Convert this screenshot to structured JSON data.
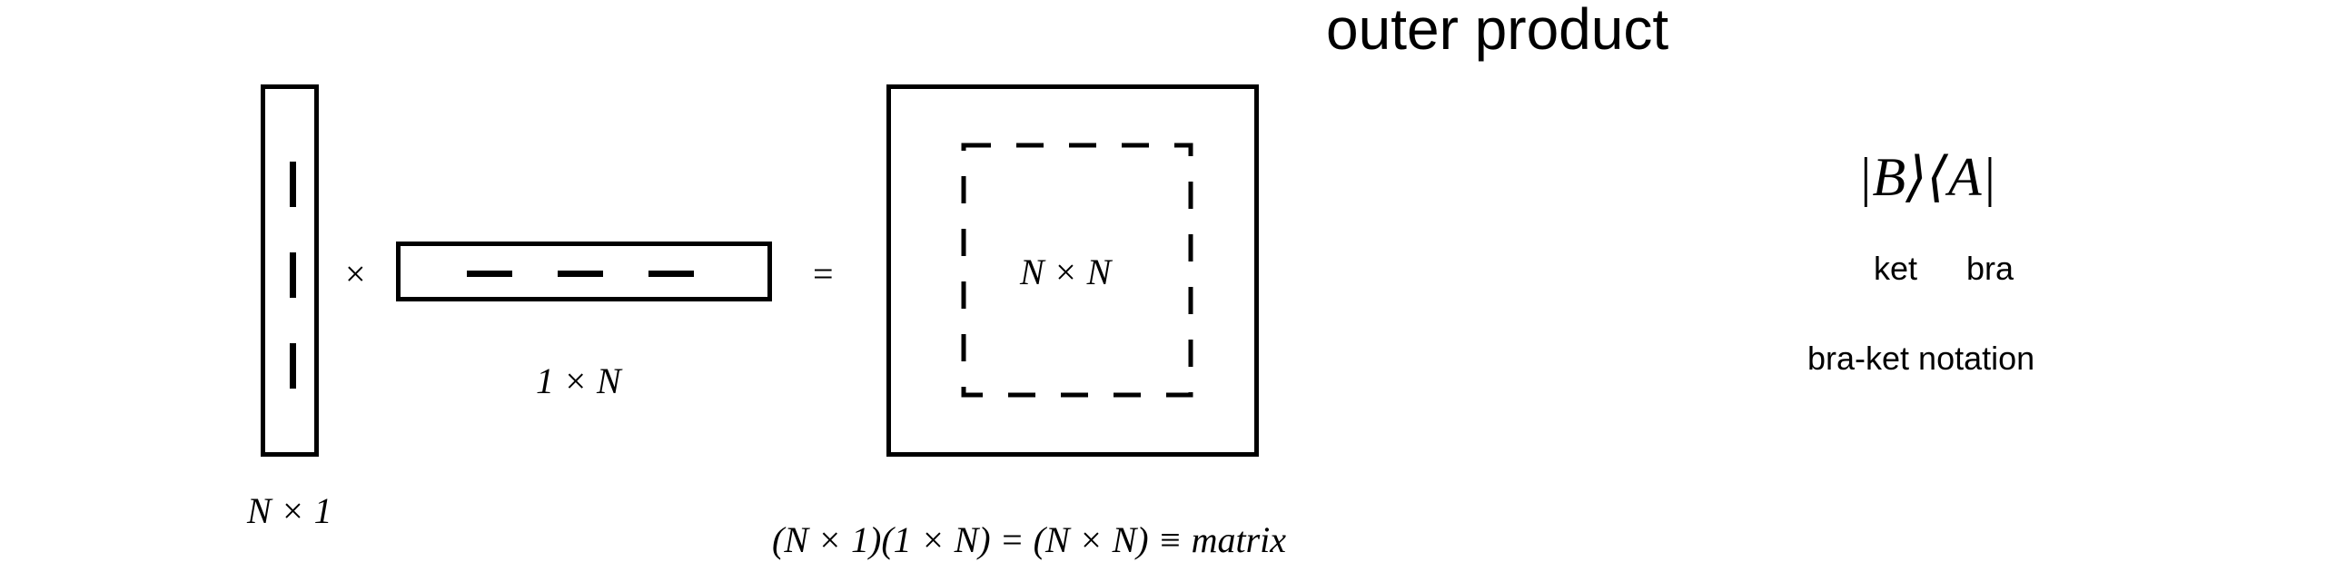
{
  "title": "outer product",
  "symbols": {
    "times": "×",
    "equals": "="
  },
  "labels": {
    "col_dim": "N × 1",
    "row_dim": "1 × N",
    "matrix_dim": "N × N",
    "equation": "(N × 1)(1 × N) = (N × N) ≡ matrix"
  },
  "notation": {
    "braket": "|B⟩⟨A|",
    "ket": "ket",
    "bra": "bra",
    "caption": "bra-ket notation"
  }
}
